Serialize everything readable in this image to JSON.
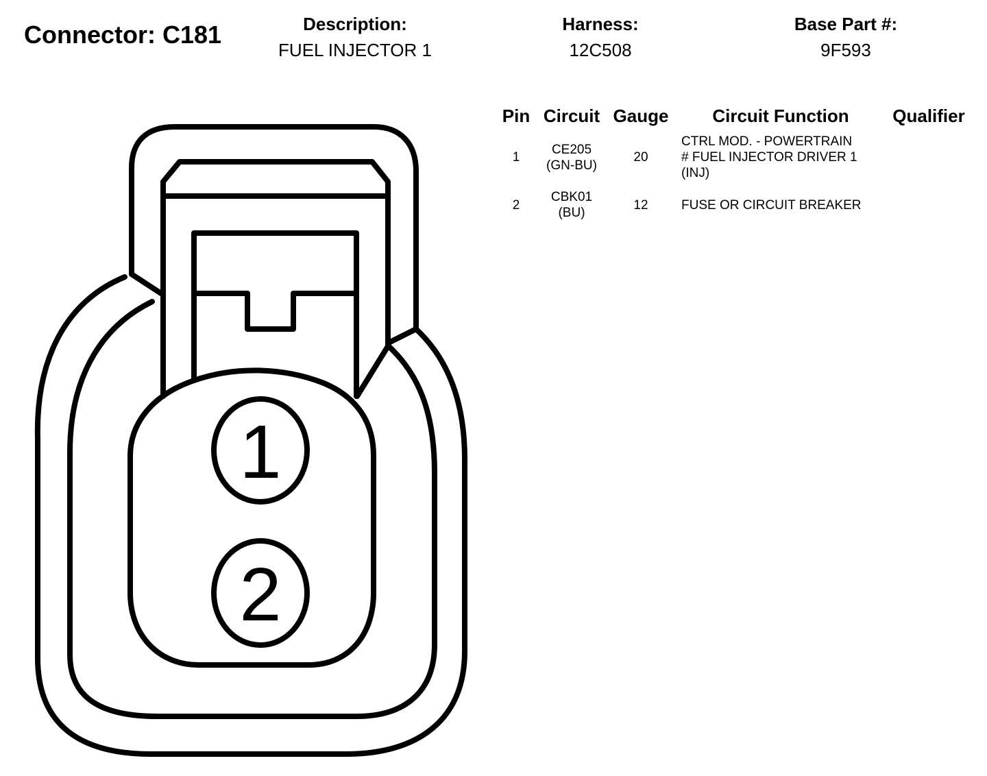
{
  "header": {
    "connector_title": "Connector: C181",
    "description_label": "Description:",
    "description_value": "FUEL INJECTOR 1",
    "harness_label": "Harness:",
    "harness_value": "12C508",
    "base_part_label": "Base Part #:",
    "base_part_value": "9F593"
  },
  "table": {
    "headers": {
      "pin": "Pin",
      "circuit": "Circuit",
      "gauge": "Gauge",
      "function": "Circuit Function",
      "qualifier": "Qualifier"
    },
    "rows": [
      {
        "pin": "1",
        "circuit": "CE205",
        "color": "(GN-BU)",
        "gauge": "20",
        "function_lines": [
          "CTRL MOD. - POWERTRAIN",
          "# FUEL INJECTOR DRIVER 1",
          "(INJ)"
        ],
        "qualifier": ""
      },
      {
        "pin": "2",
        "circuit": "CBK01",
        "color": "(BU)",
        "gauge": "12",
        "function_lines": [
          "FUSE OR CIRCUIT BREAKER"
        ],
        "qualifier": ""
      }
    ]
  },
  "diagram": {
    "pin_labels": [
      "1",
      "2"
    ]
  }
}
